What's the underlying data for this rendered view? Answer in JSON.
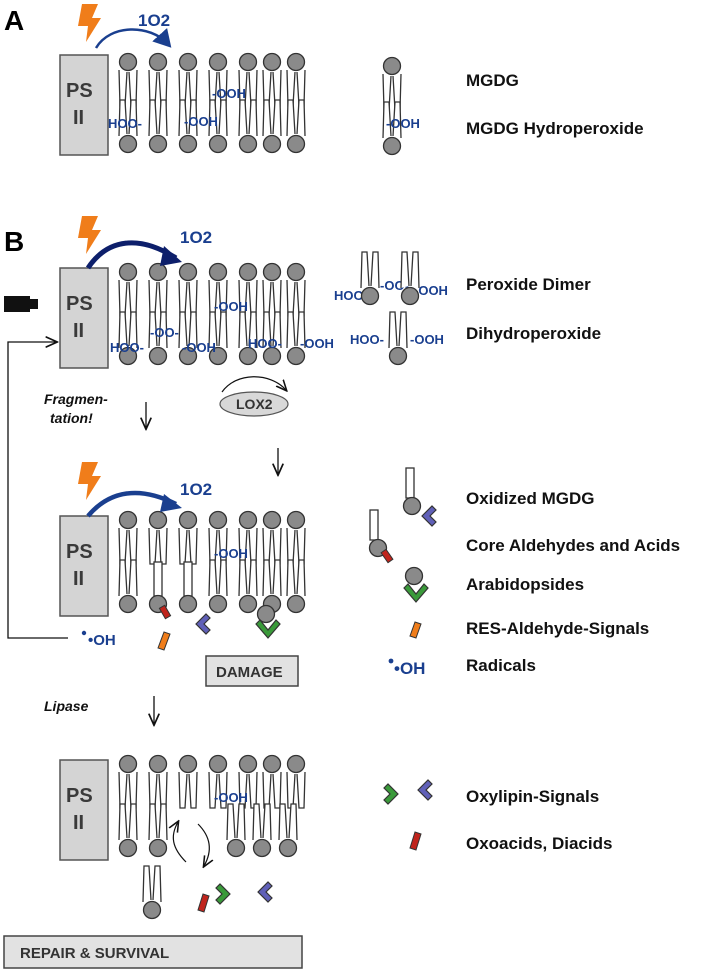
{
  "panels": {
    "a": {
      "label": "A",
      "ps_line1": "PS",
      "ps_line2": "II",
      "singlet": "1O2",
      "annotations": [
        "-OOH",
        "HOO-",
        "-OOH"
      ],
      "legend": [
        {
          "text": "MGDG",
          "icon": "lipid-icon"
        },
        {
          "text": "MGDG Hydroperoxide",
          "icon": "lipid-hydroperoxide-icon",
          "mark": "-OOH"
        }
      ]
    },
    "b": {
      "label": "B",
      "top": {
        "ps_line1": "PS",
        "ps_line2": "II",
        "singlet": "1O2",
        "annotations": [
          "-OOH",
          "-OO-",
          "HOO-",
          "-OOH",
          "HOO-",
          "-OOH"
        ],
        "legend": [
          {
            "text": "Peroxide Dimer",
            "marks": [
              "HOO-",
              "-OO-",
              "-OOH"
            ]
          },
          {
            "text": "Dihydroperoxide",
            "marks": [
              "HOO-",
              "-OOH"
            ]
          }
        ],
        "enzyme": "LOX2",
        "fragmentation": [
          "Fragmen-",
          "tation!"
        ]
      },
      "middle": {
        "ps_line1": "PS",
        "ps_line2": "II",
        "singlet": "1O2",
        "annotations": [
          "-OOH"
        ],
        "radical": "•OH",
        "damage": "DAMAGE",
        "legend": [
          {
            "text": "Oxidized MGDG",
            "icon": "oxidized-mgdg-icon"
          },
          {
            "text": "Core Aldehydes and Acids",
            "icon": "core-aldehyde-icon"
          },
          {
            "text": "Arabidopsides",
            "icon": "arabidopside-icon"
          },
          {
            "text": "RES-Aldehyde-Signals",
            "icon": "res-aldehyde-icon"
          },
          {
            "text": "Radicals",
            "icon": "radical-icon",
            "mark": "•OH"
          }
        ]
      },
      "bottom": {
        "lipase": "Lipase",
        "ps_line1": "PS",
        "ps_line2": "II",
        "annotations": [
          "-OOH"
        ],
        "repair": "REPAIR & SURVIVAL",
        "legend": [
          {
            "text": "Oxylipin-Signals",
            "icon": "oxylipin-icon"
          },
          {
            "text": "Oxoacids, Diacids",
            "icon": "oxoacid-icon"
          }
        ]
      }
    }
  },
  "colors": {
    "blue": "#1a3f8f",
    "dark_blue": "#0d1f6b",
    "orange": "#f07d1a",
    "green": "#3a9a3a",
    "purple": "#6060b8",
    "red": "#c0241c",
    "gray": "#c8c8c8",
    "lipid_head": "#8a8a8a"
  }
}
